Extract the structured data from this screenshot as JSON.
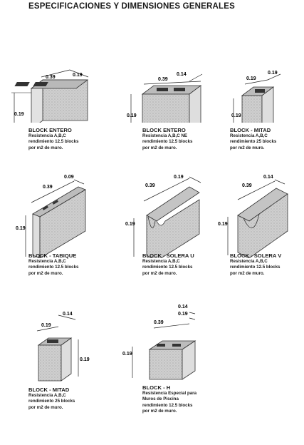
{
  "page": {
    "title": "ESPECIFICACIONES Y DIMENSIONES GENERALES"
  },
  "items": [
    {
      "name": "BLOCK ENTERO",
      "lines": [
        "Resistencia A,B,C",
        "rendimiento 12.5 blocks",
        "por m2 de muro."
      ],
      "dims": {
        "length": "0.39",
        "width": "0.19",
        "height": "0.19"
      }
    },
    {
      "name": "BLOCK ENTERO",
      "lines": [
        "Resistencia A,B,C NE",
        "rendimiento 12.5 blocks",
        "por m2 de muro."
      ],
      "dims": {
        "length": "0.39",
        "width": "0.14",
        "height": "0.19"
      }
    },
    {
      "name": "BLOCK - MITAD",
      "lines": [
        "Resistencia A,B,C",
        "rendimiento 25 blocks",
        "por m2 de muro."
      ],
      "dims": {
        "length": "0.19",
        "width": "0.19",
        "height": "0.19"
      }
    },
    {
      "name": "BLOCK - TABIQUE",
      "lines": [
        "Resistencia A,B,C",
        "rendimiento 12.5 blocks",
        "por m2 de muro."
      ],
      "dims": {
        "length": "0.39",
        "width": "0.09",
        "height": "0.19"
      }
    },
    {
      "name": "BLOCK - SOLERA U",
      "lines": [
        "Resistencia A,B,C",
        "rendimiento 12.5 blocks",
        "por m2 de muro."
      ],
      "dims": {
        "length": "0.39",
        "width": "0.19",
        "height": "0.19"
      }
    },
    {
      "name": "BLOCK - SOLERA V",
      "lines": [
        "Resistencia A,B,C",
        "rendimiento 12.5 blocks",
        "por m2 de muro."
      ],
      "dims": {
        "length": "0.39",
        "width": "0.14",
        "height": "0.19"
      }
    },
    {
      "name": "BLOCK - MITAD",
      "lines": [
        "Resistencia A,B,C",
        "rendimiento 25 blocks",
        "por m2 de muro."
      ],
      "dims": {
        "length": "0.19",
        "width": "0.14",
        "height": "0.19"
      }
    },
    {
      "name": "BLOCK - H",
      "lines": [
        "Resistencia Especial para",
        "Muros de Piscina",
        "rendimiento 12.5 blocks",
        "por m2 de muro."
      ],
      "dims": {
        "length": "0.39",
        "width": "0.19",
        "height": "0.19",
        "extra": "0.14"
      }
    }
  ]
}
